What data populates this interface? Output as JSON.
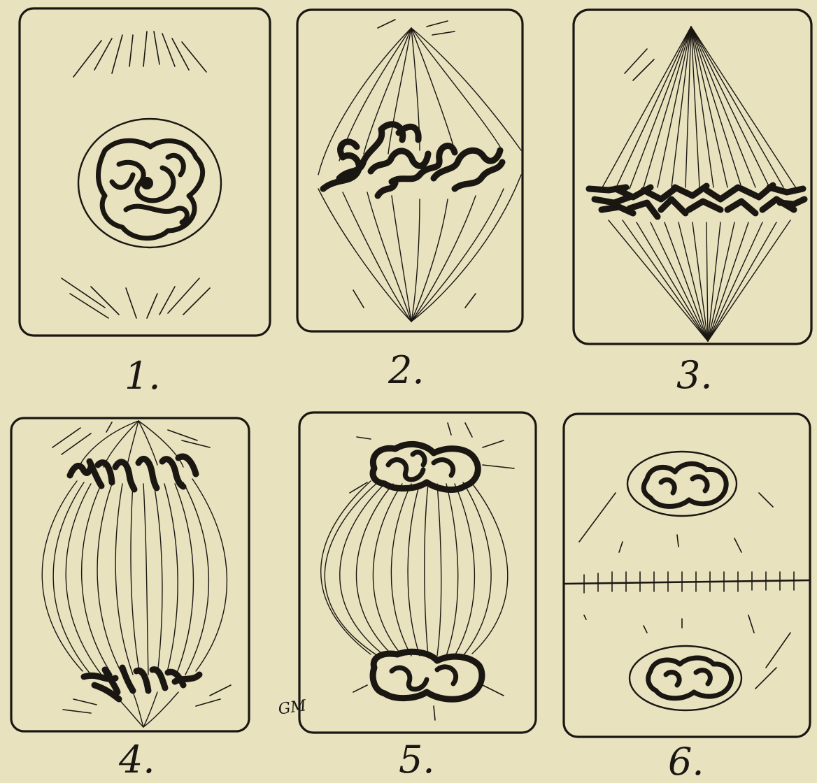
{
  "figures": [
    {
      "label": "1."
    },
    {
      "label": "2."
    },
    {
      "label": "3."
    },
    {
      "label": "4."
    },
    {
      "label": "5."
    },
    {
      "label": "6."
    }
  ],
  "signature": "GM"
}
